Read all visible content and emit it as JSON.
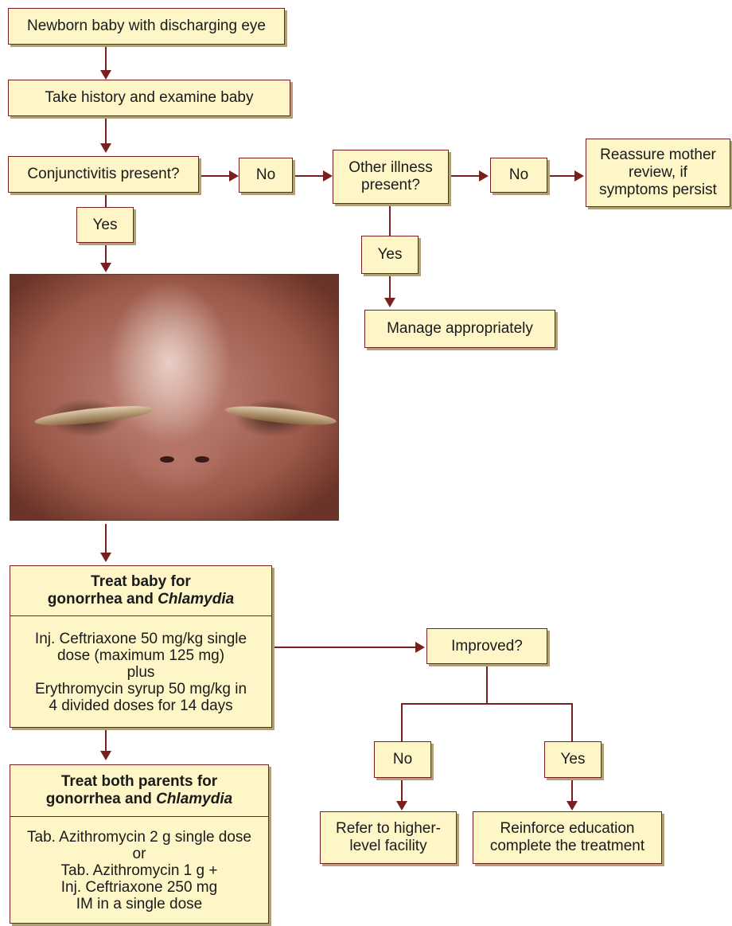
{
  "nodes": {
    "start": "Newborn baby with discharging eye",
    "history": "Take history and examine baby",
    "conjunctivitis": "Conjunctivitis present?",
    "no1": "No",
    "other_illness_l1": "Other illness",
    "other_illness_l2": "present?",
    "no2": "No",
    "reassure_l1": "Reassure mother",
    "reassure_l2": "review, if",
    "reassure_l3": "symptoms persist",
    "yes1": "Yes",
    "yes2": "Yes",
    "manage": "Manage appropriately",
    "improved": "Improved?",
    "no3": "No",
    "yes3": "Yes",
    "refer_l1": "Refer to higher-",
    "refer_l2": "level facility",
    "reinforce_l1": "Reinforce education",
    "reinforce_l2": "complete the treatment"
  },
  "treat_baby": {
    "head_l1": "Treat baby for",
    "head_l2a": "gonorrhea and ",
    "head_l2b": "Chlamydia",
    "body": [
      "Inj. Ceftriaxone 50 mg/kg single",
      "dose (maximum 125 mg)",
      "plus",
      "Erythromycin syrup 50 mg/kg in",
      "4 divided doses for 14 days"
    ]
  },
  "treat_parents": {
    "head_l1": "Treat both parents for",
    "head_l2a": "gonorrhea and ",
    "head_l2b": "Chlamydia",
    "body": [
      "Tab. Azithromycin 2 g single dose",
      "or",
      "Tab. Azithromycin 1 g +",
      "Inj. Ceftriaxone 250 mg",
      "IM in a single dose"
    ]
  },
  "colors": {
    "box_fill": "#fef6c7",
    "line": "#7a1f1f",
    "shadow": "#b0a07a"
  }
}
